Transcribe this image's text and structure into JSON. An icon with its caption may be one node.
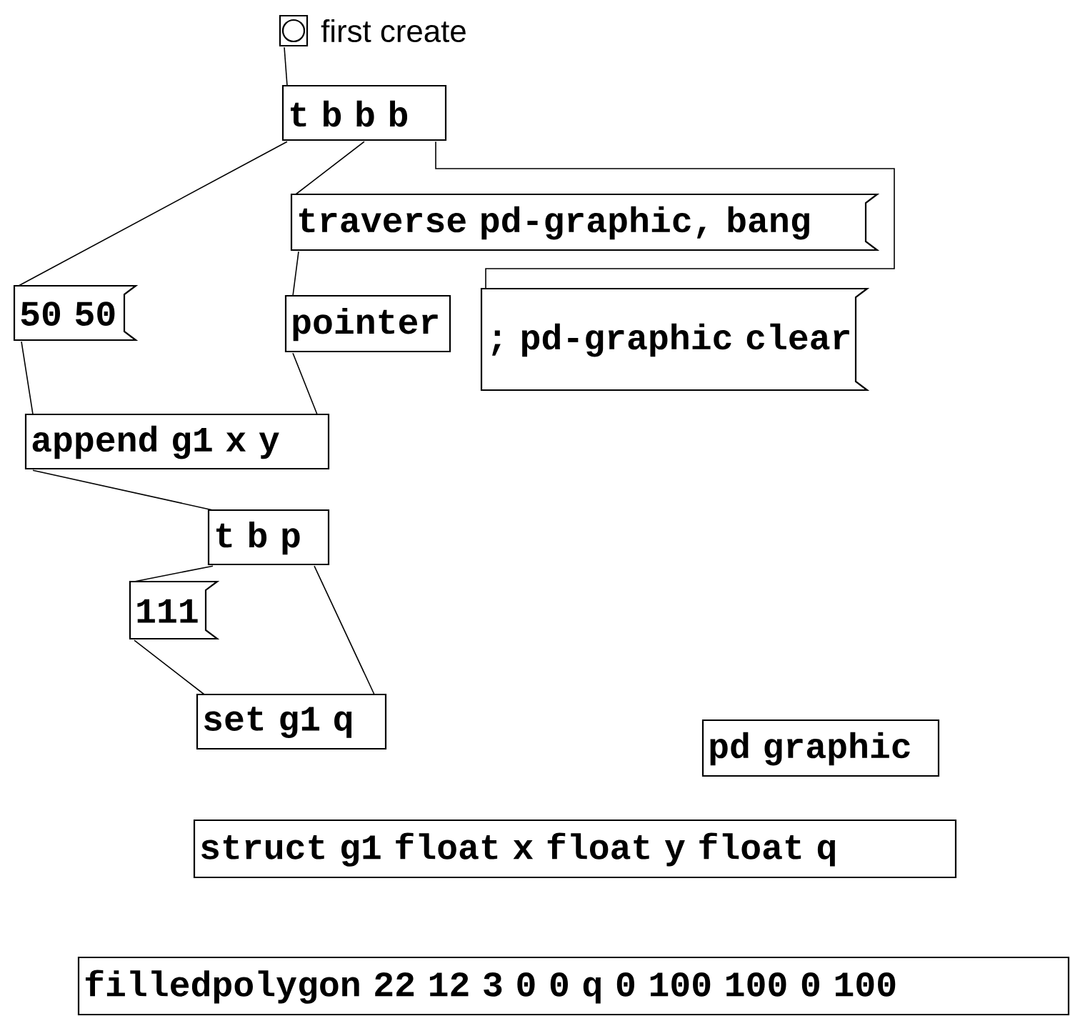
{
  "diagram": {
    "nodes": [
      {
        "text": [],
        "shape": "box",
        "beside": [
          "first create"
        ]
      },
      {
        "text": [
          "t b b b"
        ]
      },
      {
        "text": [
          "traverse pd-graphic, bang"
        ]
      },
      {
        "text": [
          "50 50"
        ]
      },
      {
        "text": [
          "pointer"
        ]
      },
      {
        "text": [
          "; pd-graphic clear"
        ]
      },
      {
        "text": [
          "append g1 x y"
        ]
      },
      {
        "text": [
          "t b p"
        ]
      },
      {
        "text": [
          "111"
        ]
      },
      {
        "text": [
          "set g1 q"
        ]
      },
      {
        "text": [
          "pd graphic"
        ]
      },
      {
        "text": [
          "struct g1 float x float y float q"
        ]
      },
      {
        "text": [
          "filledpolygon 22 12 3 0 0 q 0 100 100 0 100"
        ]
      }
    ],
    "edges": [
      {
        "from": 0,
        "to": 1,
        "arrow": "none"
      },
      {
        "from": 1,
        "to": 3,
        "arrow": "none"
      },
      {
        "from": 1,
        "to": 2,
        "arrow": "none"
      },
      {
        "from": 1,
        "to": 5,
        "arrow": "none"
      },
      {
        "from": 2,
        "to": 4,
        "arrow": "none"
      },
      {
        "from": 3,
        "to": 6,
        "arrow": "none"
      },
      {
        "from": 4,
        "to": 6,
        "arrow": "none"
      },
      {
        "from": 6,
        "to": 7,
        "arrow": "none"
      },
      {
        "from": 7,
        "to": 8,
        "arrow": "none"
      },
      {
        "from": 7,
        "to": 9,
        "arrow": "none"
      },
      {
        "from": 8,
        "to": 9,
        "arrow": "none"
      }
    ]
  }
}
